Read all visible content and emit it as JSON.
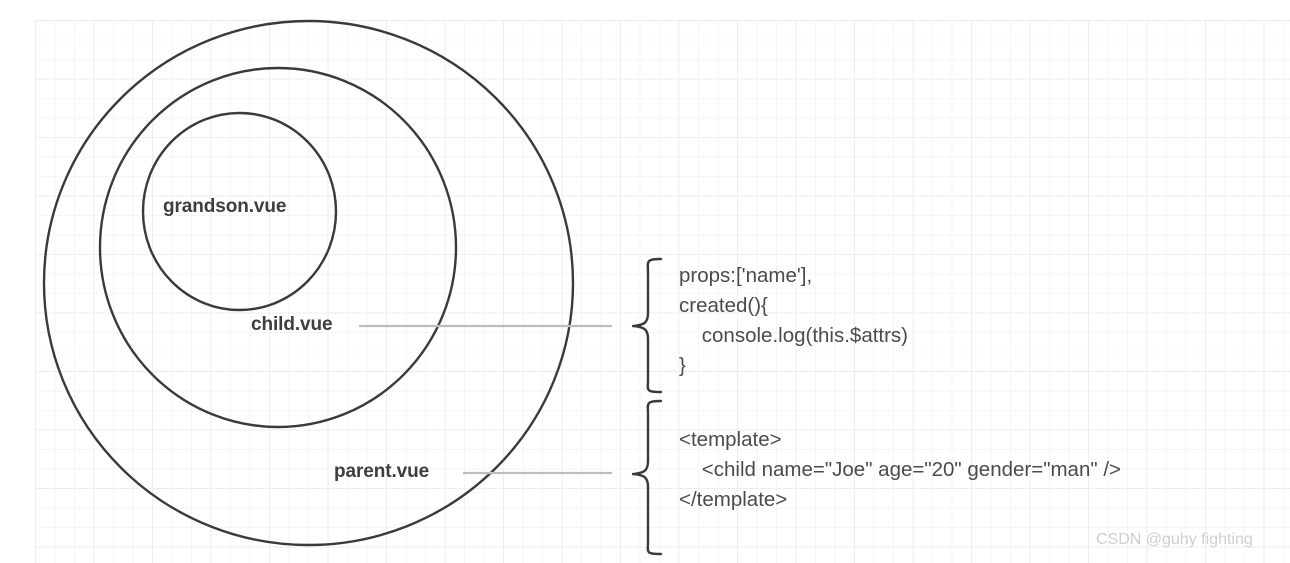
{
  "diagram": {
    "title_watermark": "CSDN @guhy fighting",
    "circles": [
      {
        "name": "parent.vue",
        "label": "parent.vue"
      },
      {
        "name": "child.vue",
        "label": "child.vue"
      },
      {
        "name": "grandson.vue",
        "label": "grandson.vue"
      }
    ],
    "labels": {
      "grandson": "grandson.vue",
      "child": "child.vue",
      "parent": "parent.vue"
    },
    "code_child": "props:['name'],\ncreated(){\n    console.log(this.$attrs)\n}",
    "code_parent": "<template>\n    <child name=\"Joe\" age=\"20\" gender=\"man\" />\n</template>",
    "colors": {
      "stroke": "#3a3a3a",
      "text": "#3e3e3e",
      "code_text": "#4b4b4b",
      "connector": "#bdbdbd",
      "grid_minor": "#f4f5f5",
      "grid_major": "#eceded",
      "watermark": "#cfcfcf",
      "background": "#ffffff"
    }
  }
}
